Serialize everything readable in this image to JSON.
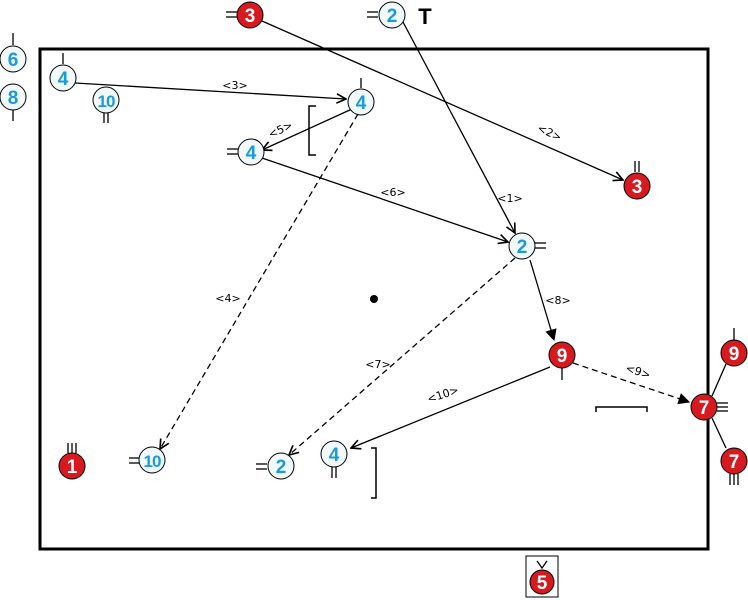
{
  "colors": {
    "attack": "#f2f9fd",
    "attack_num": "#1a9ad9",
    "defense": "#d71920",
    "defense_num": "#ffffff",
    "line": "#000000"
  },
  "players": {
    "a6": "6",
    "a8": "8",
    "a4_top_left": "4",
    "a10_top": "10",
    "a2_top": "2",
    "a4_upper": "4",
    "a4_mid": "4",
    "a2_center": "2",
    "a10_bottom": "10",
    "a2_bottom": "2",
    "a4_bottom": "4",
    "d3_top": "3",
    "d3_right": "3",
    "d9_center": "9",
    "d7_right": "7",
    "d9_right": "9",
    "d7_bottom": "7",
    "d1": "1",
    "d5": "5"
  },
  "moves": {
    "m1": "<1>",
    "m2": "<2>",
    "m3": "<3>",
    "m4": "<4>",
    "m5": "<5>",
    "m6": "<6>",
    "m7": "<7>",
    "m8": "<8>",
    "m9": "<9>",
    "m10": "<10>"
  },
  "markers": {
    "t_mark": "T"
  }
}
